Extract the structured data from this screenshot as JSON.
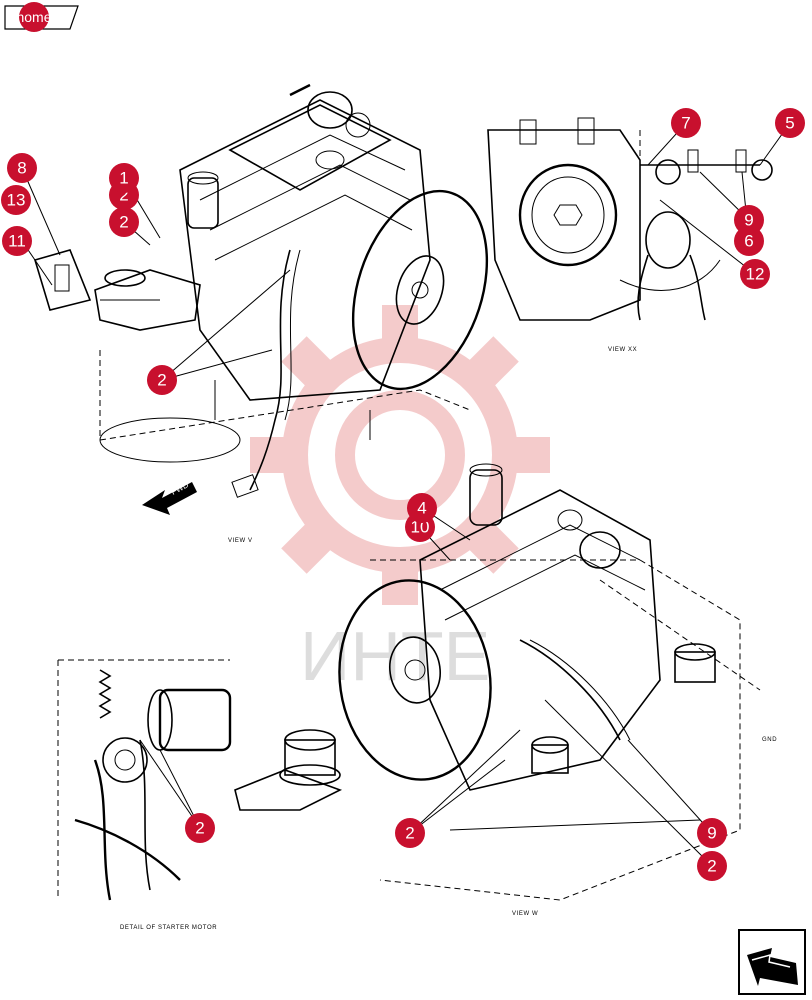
{
  "nav": {
    "home_label": "home"
  },
  "captions": {
    "view_v": "VIEW V",
    "view_x": "VIEW XX",
    "view_w": "VIEW W",
    "detail": "DETAIL OF STARTER MOTOR",
    "gnd": "GND",
    "fwd": "FWD"
  },
  "watermark": {
    "text": "ИНТЕ"
  },
  "callouts": {
    "c8": "8",
    "c13": "13",
    "c11": "11",
    "c1": "1",
    "c2_behind": "2",
    "c2_a": "2",
    "c2_b": "2",
    "c7": "7",
    "c5": "5",
    "c9_top": "9",
    "c6": "6",
    "c12": "12",
    "c4": "4",
    "c10": "10",
    "c2_c": "2",
    "c2_d": "2",
    "c9_bottom": "9",
    "c2_e": "2"
  },
  "colors": {
    "callout": "#c8102e",
    "line": "#000000",
    "watermark": "#f3c3c3"
  },
  "icons": {
    "next_page": "next-page-arrow-icon"
  }
}
